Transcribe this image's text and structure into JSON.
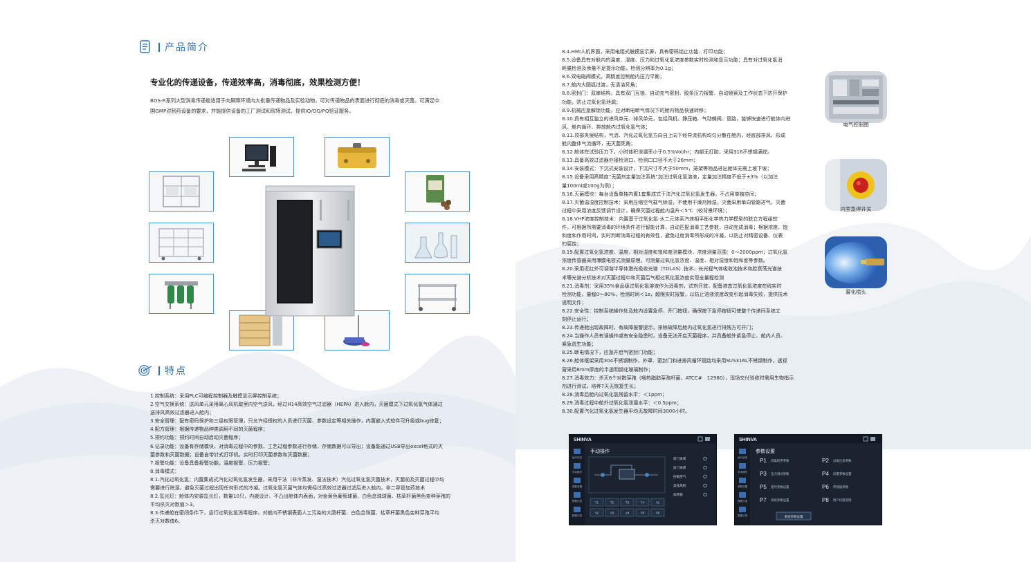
{
  "sections": {
    "intro_title": "产品简介",
    "features_title": "特点"
  },
  "headline": "专业化的传递设备，传递效率高，消毒彻底，效果检测方便！",
  "intro": {
    "lines": [
      "BDS-R系列大型消毒传递舱适用于向屏障环境内大批量传递物品及实验动物，可对传递物品的表面进行彻底的消毒或灭菌。可满足中",
      "国GMP对制药设备的要求，并能提供设备的工厂测试和现场测试，提供IQ/OQ/PQ验证服务。"
    ]
  },
  "left_features": [
    "1.控制系统：采用PLC可编程控制器及触摸显示屏控制系统；",
    "2.空气交换系统：送风单元采用离心风机取室内空气送风，经过H14高效空气过滤器（HEPA）进入舱内，灭菌模式下过氧化氢气体通过",
    "送排风高效过滤器进入舱内；",
    "3.安全管理：配有密码保护和三级权限管理，只允许经授权的人员进行灭菌、参数设定等相关操作，内置嵌入式软件可升级或bug修复；",
    "4.配方管理：根据传递物品种类调用不同的灭菌程序；",
    "5.预约功能：预约时间自动启动灭菌程序；",
    "6.记录功能：设备有存储模块，对消毒过程中的参数、工艺过程参数进行存储，存储数据可以导出；设备能通过USB导出excel格式的灭",
    "菌参数和灭菌数据；设备自带针式打印机，实时打印灭菌参数和灭菌数据；",
    "7.报警功能：设备具备报警功能，温度报警、压力报警；",
    "8.消毒模式：",
    "8.1.汽化过氧化氢：内置集成式汽化过氧化氢发生器，采用干法（非冷蒸发、湿法技术）汽化过氧化氢灭菌技术，灭菌前及灭菌过程中均",
    "需要进行除湿，避免灭菌过程出现任何形式的冷凝。过氧化氢灭菌气体均需经过高效过滤器过滤后进入舱内，非二导管加药技术",
    "8.2.氙光灯：舱体内安装氙光灯，数量10只，内嵌设计、不凸出舱体内表面，对金黄色葡萄球菌、白色念珠球菌、枯草杆菌黑色变种芽孢的",
    "平均杀灭对数值＞3。",
    "8.3.传递舱在密闭条件下，运行过氧化氢消毒程序，对舱内不锈钢表面人工污染的大肠杆菌、白色念珠菌、枯草杆菌黑色变种芽孢平均",
    "杀灭对数值6。"
  ],
  "right_features": [
    "8.4.HMI人机界面，采用电阻式触摸显示屏，具有密码锁止功能、打印功能；",
    "8.5.设备具有对舱内的温度、湿度、压力和过氧化氢浓度参数实时检测和显示功能；具有对过氧化氢消",
    "耗量检测及余量不足提示功能，检测分辨率为0.1g；",
    "8.6.双电磁阀模式，高精度控制舱内压力平衡；",
    "8.7.舱内大圆弧过渡，无清洁死角；",
    "8.8.密封门：双扉结构，具有双门互锁、自动充气密封、胶条压力报警、自动锁紧及工作状态下防开保护",
    "功能，防止过氧化氢泄漏；",
    "8.9.机械应急解锁功能，应对断电断气情况下的舱内物品快速转移；",
    "8.10.具有相互独立的进风单元、排风单元，包括风机、静压箱、气动蝶阀、管路，能够快速进行舱体内进",
    "风、舱内循环、排放舱内过氧化氢气体；",
    "8.11.顶部夹层结构，气流、汽化过氧化氢方向自上向下经导流机构均匀分散在舱内，经底部排风，形成",
    "舱内整体气流循环，无灭菌死角；",
    "8.12.舱体在试验压力下，小时体积泄漏率小于0.5%Vol/hr；内部无打胶，采用316不锈钢满焊。",
    "8.13.具备高效过滤器外接检测口，检测口口径不大于26mm；",
    "8.14.安装模式：下沉式安装设计，下沉尺寸不大于50mm，笼架等物品进出舱体无需上坡下坡；",
    "8.15.设备采用高精度“无菌剂定量加注系统”加注过氧化氢溶液，定量加注精度不低于±3%（以加注",
    "量100ml或100g为例）；",
    "8.16.灭菌模块：每台设备单独内置1套集成式干法汽化过氧化氢发生器，不占用单独空间；",
    "8.17.灭菌温湿度控制技术：采用压缩空气载气除湿，不使用干燥剂除湿，灭菌采用单向管路进气，灭菌",
    "过程中采用浓度反馈调节设计，确保灭菌过程舱内温升＜5℃（较背景环境）；",
    "8.18.VHP浓度控制技术：内置基于过氧化氢-水二元体系汽液相平衡化学热力学模型的联立方程组软",
    "件，可根据所需要消毒的环境条件进行智能计算，自动匹配消毒工艺参数，自动完成消毒；根据浓度、饱",
    "和度和作用时间，实时判断消毒过程的有效性，避免过度消毒所形成的冷凝，以防止对精密设备、仪表",
    "的腐蚀；",
    "8.19.配置过氧化氢浓度、温度、相对湿度和饱和度测量模块，浓度测量范围：0～2000ppm；过氧化氢",
    "浓度传感器采用薄膜电容式测量原理，可测量过氧化氢浓度、温度、相对湿度和饱和度等参数。",
    "8.20.采用近红外可调谐半导体激光吸收光谱（TDLAS）技术、长光程气体吸收池技术和腔衰荡光谱技",
    "术等光谱分析技术对灭菌过程中和灭菌后气相过氧化氢浓度实现全量程检测",
    "8.21.消毒剂：采用35%食品级过氧化氢溶液作为消毒剂，试剂开放，配备液态过氧化氢浓度在线实时",
    "检测功能，量程0～80%，检测时间＜1s，超限实时报警，以防止溶液浓度改变引起消毒失败，提供技术",
    "说明文件；",
    "8.22.安全性：控制系统操作处及舱内设置急停、开门按钮，确保按下急停按钮可使整个传递间系统立",
    "刻停止运行；",
    "8.23.传递舱出现故障时，有故障报警提示，排除故障后舱内过氧化氢进行排残方可开门；",
    "8.24.当操作人员有误操作或有安全隐患时，设备无法开启灭菌程序，并具备舱外紧急停止、舱内人员、",
    "紧急逃生功能；",
    "8.25.断电情况下，应急开启气密封门功能；",
    "8.26.舱体框架采用304不锈钢制作，外罩、密封门和进排风循环管路均采用SUS316L不锈钢制作，透视",
    "窗采用8mm厚度的半透明钢化玻璃制作；",
    "8.27.消毒效力：杀灭6个对数芽孢（嗜热脂肪芽孢杆菌，ATCC#　12980），现场交付验收时需用生物指示",
    "剂进行测试，培养7天无恢复生长；",
    "8.28.消毒后舱内过氧化氢残留水平：＜1ppm；",
    "8.29.消毒过程中舱外过氧化氢泄漏水平：＜0.5ppm；",
    "8.30.配置汽化过氧化氢发生器平均无故障时间3000小时。"
  ],
  "component_captions": [
    "电气控制图",
    "内室急停开关",
    "雾化喷头"
  ],
  "screens": {
    "brand": "SHINVA",
    "manual": {
      "title": "手动操作",
      "side_items": [
        "运行状态",
        "手动操作",
        "参数设置",
        "报警记录",
        "数据记录"
      ],
      "right_labels": [
        "前门关闭",
        "后门关闭",
        "压缩空气",
        "高压风机",
        "加热管"
      ],
      "grid": [
        "T1",
        "T2",
        "T3",
        "T4",
        "V1",
        "V2",
        "V3",
        "V4",
        "V5",
        "V6"
      ]
    },
    "params": {
      "title": "参数设置",
      "side_items": [
        "运行状态",
        "手动操作",
        "参数设置",
        "报警记录",
        "数据记录"
      ],
      "programs": [
        {
          "code": "P1",
          "label": "消毒程序参数"
        },
        {
          "code": "P2",
          "label": "过氧化氢参数"
        },
        {
          "code": "P3",
          "label": "压力测试参数"
        },
        {
          "code": "P4",
          "label": "风量参数设置"
        },
        {
          "code": "P5",
          "label": "定时参数设置"
        },
        {
          "code": "P6",
          "label": "传感器参数"
        },
        {
          "code": "P7",
          "label": "系统参数设置"
        },
        {
          "code": "P8",
          "label": "用户权限管理"
        }
      ],
      "bottom_button": "系统参数设置"
    }
  },
  "colors": {
    "accent": "#2a6fb8",
    "frame": "#4d8fd0",
    "screen_bg": "#1b2330",
    "screen_text": "#cfd8e3"
  }
}
